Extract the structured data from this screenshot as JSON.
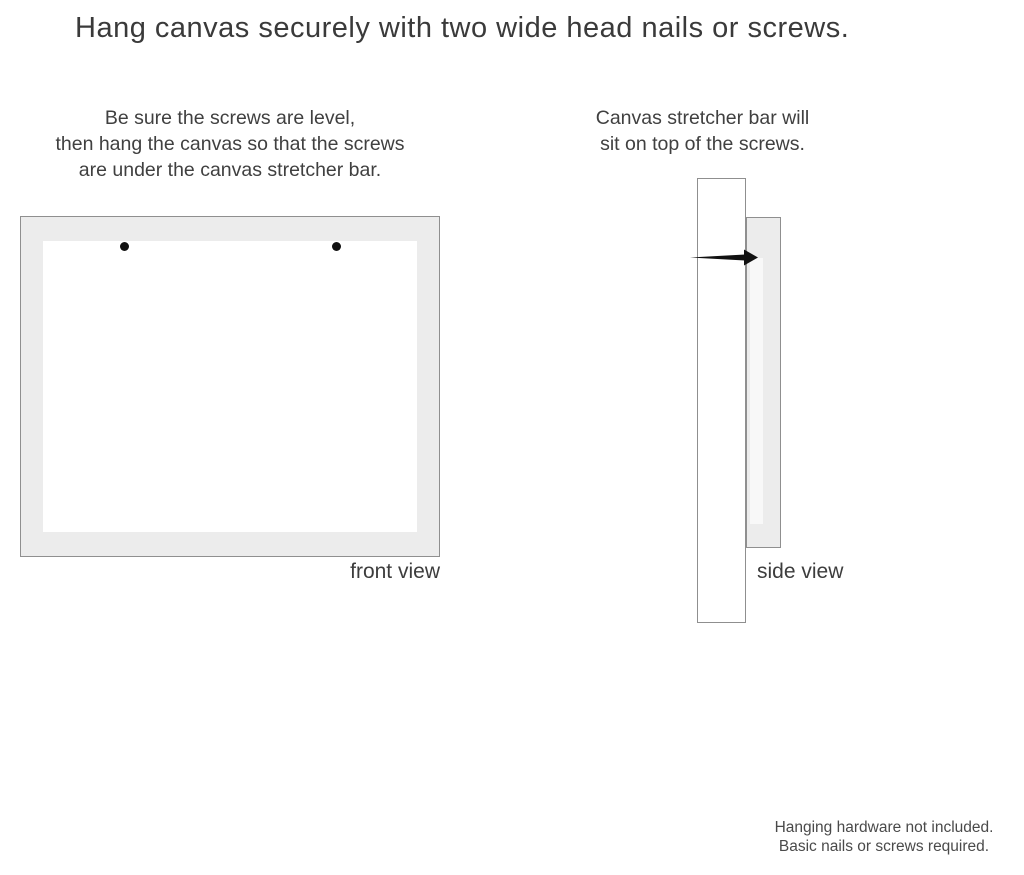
{
  "page": {
    "title": "Hang canvas securely with two wide head nails or screws.",
    "background_color": "#ffffff",
    "text_color": "#3d3d3d"
  },
  "instructions": {
    "front": "Be sure the screws are level,\nthen hang the canvas so that the screws\nare under the canvas stretcher bar.",
    "side": "Canvas stretcher bar will\nsit on top of the screws."
  },
  "diagrams": {
    "front_view": {
      "label": "front view",
      "nail_count": 2,
      "frame_color": "#ececec",
      "canvas_color": "#ffffff",
      "border_color": "#8f8f8f",
      "nail_color": "#111111"
    },
    "side_view": {
      "label": "side view",
      "wall_bar_color": "#ffffff",
      "canvas_color": "#ececec",
      "border_color": "#8f8f8f",
      "nail_color": "#111111"
    }
  },
  "footnote": "Hanging hardware not included.\nBasic nails or screws required."
}
